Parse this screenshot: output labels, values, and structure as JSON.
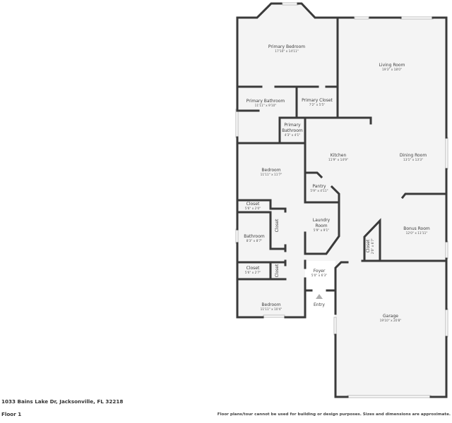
{
  "footer": {
    "address": "1033 Bains Lake Dr, Jacksonville, FL 32218",
    "floor": "Floor 1",
    "disclaimer": "Floor plans/tour cannot be used for building or design purposes. Sizes and dimensions are approximate."
  },
  "rooms": {
    "primary_bedroom": {
      "name": "Primary Bedroom",
      "dims": "17'10\" x 14'11\""
    },
    "living_room": {
      "name": "Living Room",
      "dims": "19'3\" x 18'0\""
    },
    "primary_bathroom": {
      "name": "Primary Bathroom",
      "dims": "11'11\" x 9'10\""
    },
    "primary_closet": {
      "name": "Primary Closet",
      "dims": "7'2\" x 5'5\""
    },
    "primary_bathroom_2": {
      "name1": "Primary",
      "name2": "Bathroom",
      "dims": "4'3\" x 4'1\""
    },
    "bedroom_1": {
      "name": "Bedroom",
      "dims": "11'11\" x 11'7\""
    },
    "kitchen": {
      "name": "Kitchen",
      "dims": "11'9\" x 14'9\""
    },
    "dining_room": {
      "name": "Dining Room",
      "dims": "13'1\" x 13'3\""
    },
    "pantry": {
      "name": "Pantry",
      "dims": "5'9\" x 4'11\""
    },
    "closet_1": {
      "name": "Closet",
      "dims": "5'6\" x 2'0\""
    },
    "closet_vertical_1": {
      "name": "Closet"
    },
    "laundry_room": {
      "name1": "Laundry",
      "name2": "Room",
      "dims": "5'9\" x 9'1\""
    },
    "bathroom": {
      "name": "Bathroom",
      "dims": "8'3\" x 8'7\""
    },
    "bonus_room": {
      "name": "Bonus Room",
      "dims": "12'0\" x 11'11\""
    },
    "closet_bonus": {
      "name": "Closet",
      "dims": "2'0\" x 6'7\""
    },
    "closet_2": {
      "name": "Closet",
      "dims": "5'6\" x 2'7\""
    },
    "closet_vertical_2": {
      "name": "Closet"
    },
    "foyer": {
      "name": "Foyer",
      "dims": "5'0\" x 6'3\""
    },
    "entry": {
      "name": "Entry"
    },
    "bedroom_2": {
      "name": "Bedroom",
      "dims": "11'11\" x 10'4\""
    },
    "garage": {
      "name": "Garage",
      "dims": "19'10\" x 20'8\""
    }
  },
  "colors": {
    "wall": "#3a3a3a",
    "floor": "#f4f4f4",
    "window": "#bdbdbd",
    "background": "#ffffff"
  }
}
